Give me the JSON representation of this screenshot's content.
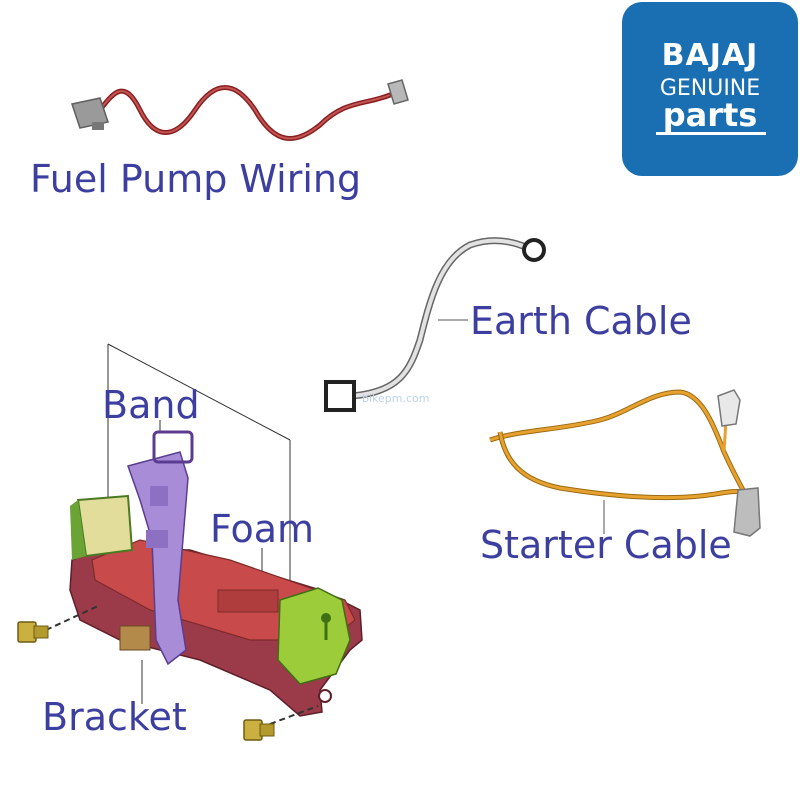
{
  "labels": {
    "fuel_pump_wiring": "Fuel Pump Wiring",
    "earth_cable": "Earth Cable",
    "band": "Band",
    "foam": "Foam",
    "starter_cable": "Starter Cable",
    "bracket": "Bracket"
  },
  "logo": {
    "brand": "BAJAJ",
    "line2": "GENUINE",
    "line3": "parts"
  },
  "watermark": "bikepm.com",
  "colors": {
    "label_text": "#3d3fa0",
    "logo_bg": "#1a6fb3",
    "bracket": "#9b3b4a",
    "foam": "#c84a4a",
    "band": "#a98cd8",
    "foam_pad": "#9ccc3a",
    "starter_cable": "#e6a12f",
    "fuel_wire": "#9e2a2a"
  }
}
